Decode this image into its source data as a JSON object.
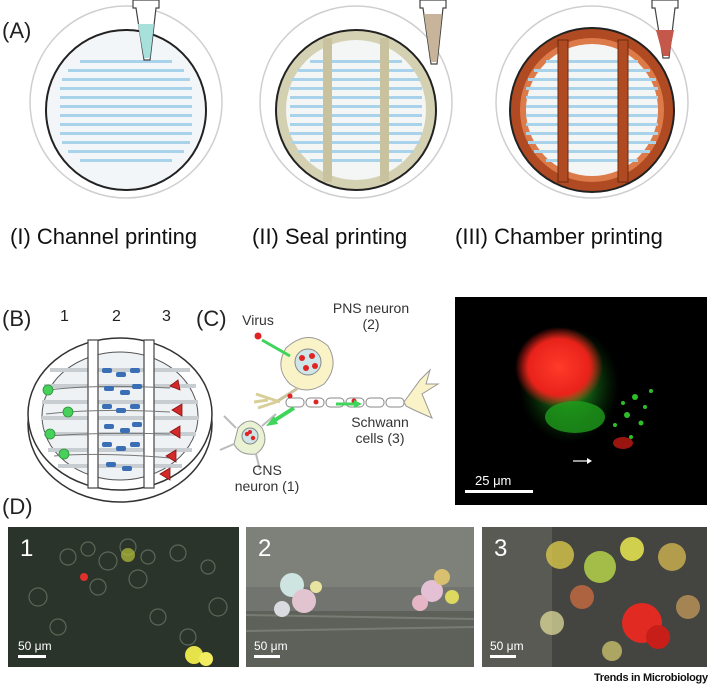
{
  "panel_a": {
    "label": "(A)",
    "captions": [
      "(I) Channel printing",
      "(II) Seal printing",
      "(III) Chamber printing"
    ]
  },
  "panel_b": {
    "label": "(B)",
    "numbers": [
      "1",
      "2",
      "3"
    ]
  },
  "panel_c": {
    "label": "(C)",
    "virus": "Virus",
    "pns_line1": "PNS neuron",
    "pns_line2": "(2)",
    "schwann_line1": "Schwann",
    "schwann_line2": "cells (3)",
    "cns_line1": "CNS",
    "cns_line2": "neuron (1)",
    "scale": "25 μm"
  },
  "panel_d": {
    "label": "(D)",
    "images": [
      {
        "number": "1",
        "scale": "50 μm"
      },
      {
        "number": "2",
        "scale": "50 μm"
      },
      {
        "number": "3",
        "scale": "50 μm"
      }
    ]
  },
  "footer": "Trends in Microbiology",
  "colors": {
    "channel_blue": "#a9d3ea",
    "seal_tan": "#c9c29e",
    "chamber_red": "#b04a22",
    "virus_red": "#e02424",
    "arrow_green": "#3fd55a"
  }
}
